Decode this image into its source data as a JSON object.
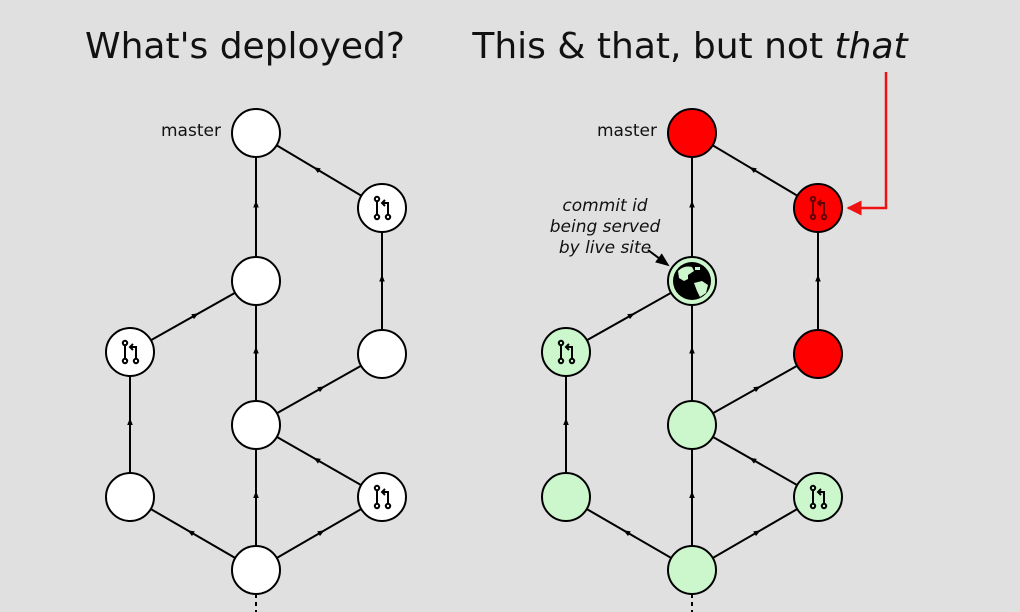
{
  "left": {
    "title": "What's deployed?",
    "branch_label": "master"
  },
  "right": {
    "title_main": "This & that, but not ",
    "title_emph": "that",
    "branch_label": "master",
    "annotation": [
      "commit id",
      "being served",
      "by live site"
    ]
  },
  "colors": {
    "default": "#ffffff",
    "deployed": "#ccf7cc",
    "undeployed": "#ff0000",
    "callout": "#ee1111",
    "background": "#e0e0e0"
  },
  "right_node_states": {
    "master": "undeployed",
    "pr_top": "undeployed",
    "mid": "live",
    "pr_left": "deployed",
    "right_mid": "undeployed",
    "center": "deployed",
    "left_low": "deployed",
    "pr_bottom": "deployed",
    "root": "deployed"
  }
}
